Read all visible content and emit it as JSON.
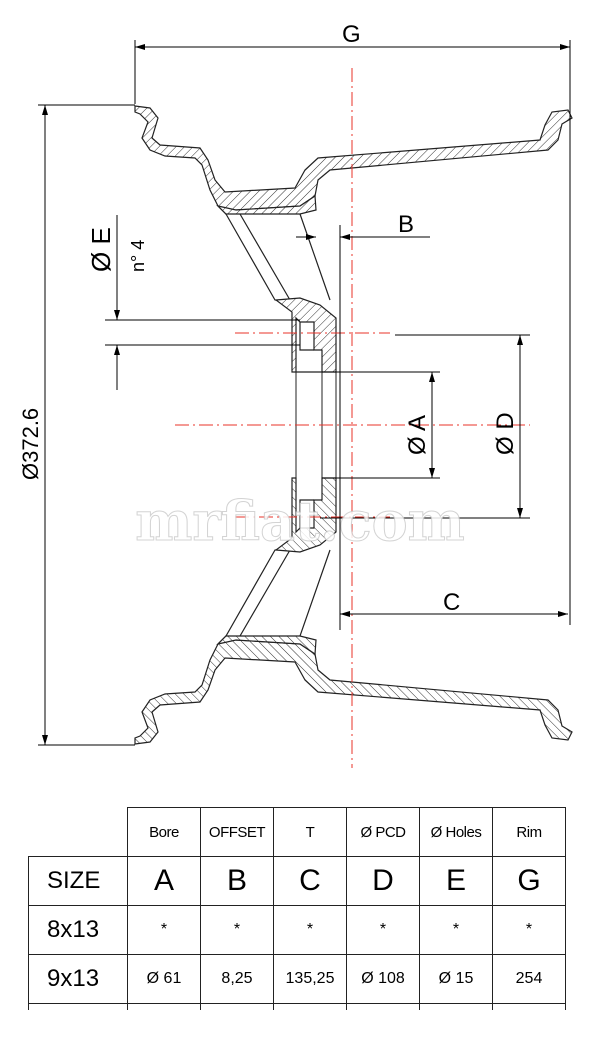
{
  "drawing": {
    "dim_g": "G",
    "dim_b": "B",
    "dim_c": "C",
    "dim_a": "Ø A",
    "dim_d": "Ø D",
    "dim_e": "Ø E",
    "holes_count": "n° 4",
    "overall_diameter": "Ø372.6",
    "watermark": "mrfiat.com",
    "centerline_color": "#e8332a"
  },
  "table": {
    "headers": [
      "Bore",
      "OFFSET",
      "T",
      "Ø PCD",
      "Ø Holes",
      "Rim"
    ],
    "size_label": "SIZE",
    "letters": [
      "A",
      "B",
      "C",
      "D",
      "E",
      "G"
    ],
    "rows": [
      {
        "size": "8x13",
        "values": [
          "*",
          "*",
          "*",
          "*",
          "*",
          "*"
        ]
      },
      {
        "size": "9x13",
        "values": [
          "Ø 61",
          "8,25",
          "135,25",
          "Ø 108",
          "Ø 15",
          "254"
        ]
      }
    ]
  }
}
